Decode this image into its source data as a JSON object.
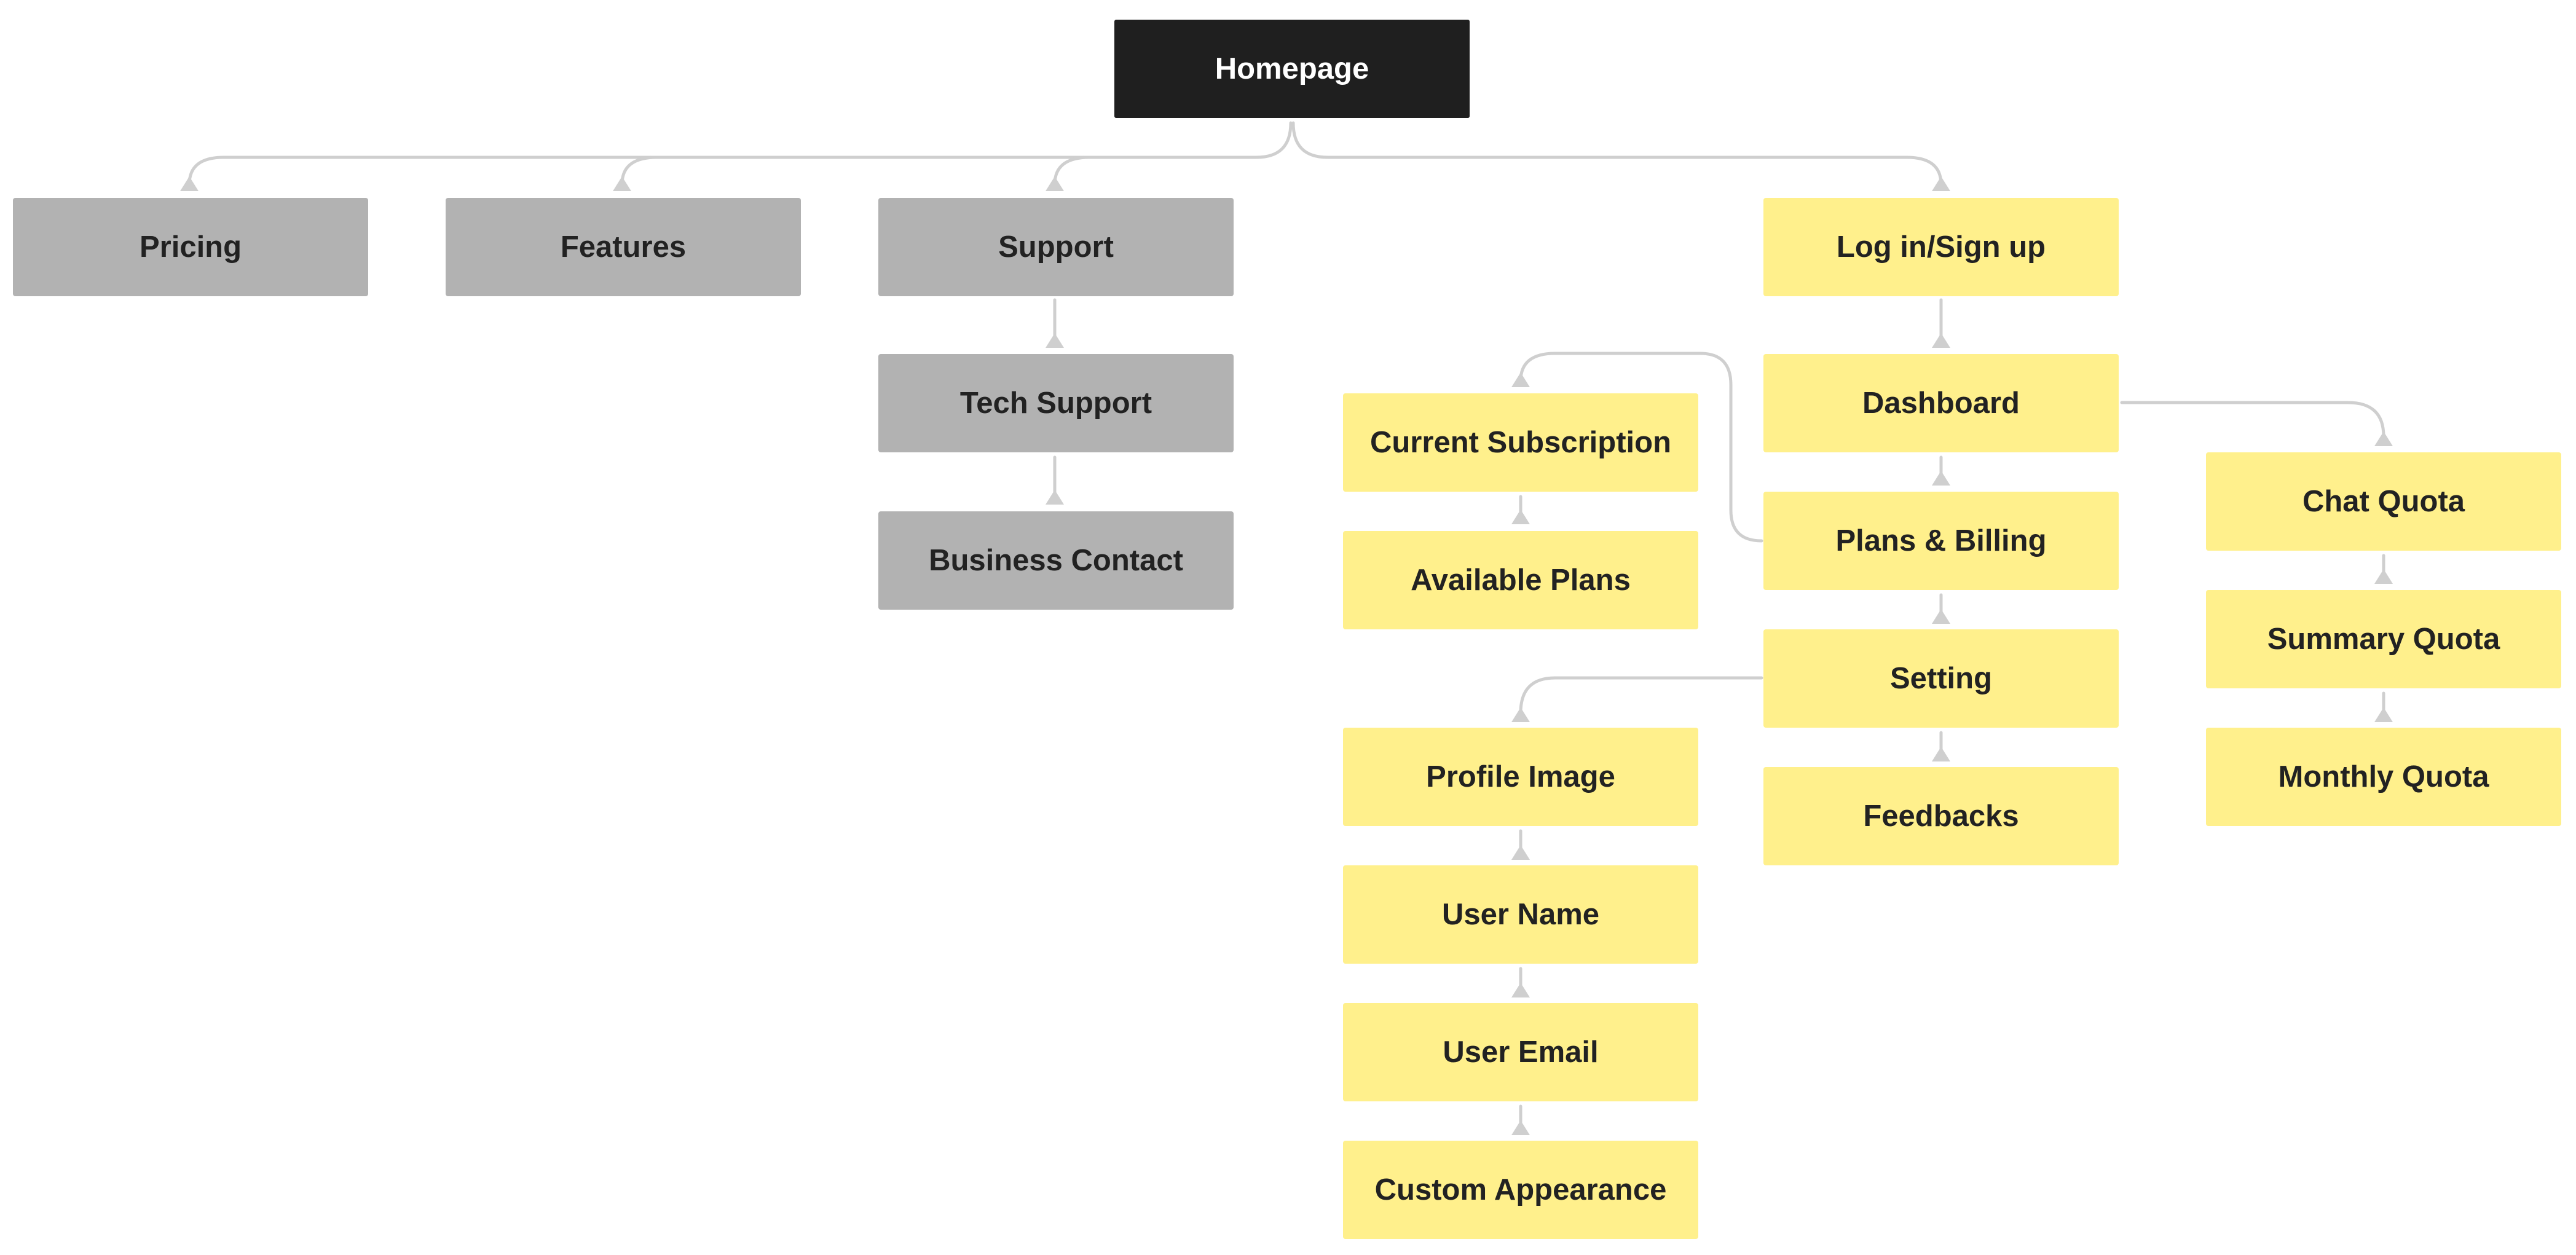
{
  "diagram": {
    "type": "sitemap",
    "colors": {
      "root": "#1f1f1f",
      "public_section": "#b2b2b2",
      "member_section": "#fff08c",
      "connector": "#cfcfcf",
      "text_dark": "#222222",
      "text_light": "#ffffff"
    },
    "nodes": {
      "homepage": "Homepage",
      "pricing": "Pricing",
      "features": "Features",
      "support": "Support",
      "tech_support": "Tech Support",
      "business_contact": "Business Contact",
      "login_signup": "Log in/Sign up",
      "dashboard": "Dashboard",
      "plans_billing": "Plans & Billing",
      "setting": "Setting",
      "feedbacks": "Feedbacks",
      "current_subscription": "Current Subscription",
      "available_plans": "Available Plans",
      "profile_image": "Profile Image",
      "user_name": "User Name",
      "user_email": "User Email",
      "custom_appearance": "Custom Appearance",
      "chat_quota": "Chat Quota",
      "summary_quota": "Summary Quota",
      "monthly_quota": "Monthly Quota"
    },
    "edges": [
      [
        "homepage",
        "pricing"
      ],
      [
        "homepage",
        "features"
      ],
      [
        "homepage",
        "support"
      ],
      [
        "homepage",
        "login_signup"
      ],
      [
        "support",
        "tech_support"
      ],
      [
        "tech_support",
        "business_contact"
      ],
      [
        "login_signup",
        "dashboard"
      ],
      [
        "dashboard",
        "plans_billing"
      ],
      [
        "plans_billing",
        "setting"
      ],
      [
        "setting",
        "feedbacks"
      ],
      [
        "dashboard",
        "chat_quota"
      ],
      [
        "chat_quota",
        "summary_quota"
      ],
      [
        "summary_quota",
        "monthly_quota"
      ],
      [
        "plans_billing",
        "current_subscription"
      ],
      [
        "current_subscription",
        "available_plans"
      ],
      [
        "setting",
        "profile_image"
      ],
      [
        "profile_image",
        "user_name"
      ],
      [
        "user_name",
        "user_email"
      ],
      [
        "user_email",
        "custom_appearance"
      ]
    ]
  }
}
